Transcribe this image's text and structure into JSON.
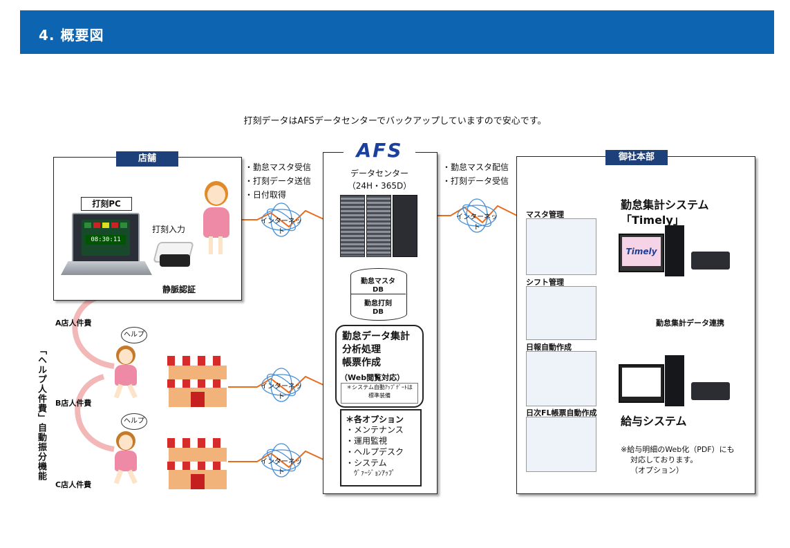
{
  "header": {
    "title": "4. 概要図"
  },
  "caption": "打刻データはAFSデータセンターでバックアップしていますので安心です。",
  "store": {
    "tag": "店舗",
    "pc_label": "打刻PC",
    "clock_time": "08:30:11",
    "stamp_input": "打刻入力",
    "vein_auth": "静脈認証",
    "comms": [
      "・勤怠マスタ受信",
      "・打刻データ送信",
      "・日付取得"
    ]
  },
  "internet_label": "インターネット",
  "datacenter": {
    "logo": "AFS",
    "title": "データセンター",
    "hours": "（24H・365D）",
    "db1": [
      "勤怠マスタ",
      "DB"
    ],
    "db2": [
      "勤怠打刻",
      "DB"
    ],
    "processing": [
      "勤怠データ集計",
      "分析処理",
      "帳票作成"
    ],
    "processing_sub": "（Web閲覧対応）",
    "auto_update": [
      "＊システム自動ｱｯﾌﾟﾃﾞｰﾄは",
      "標準装備"
    ],
    "options_title": "＊各オプション",
    "options": [
      "・メンテナンス",
      "・運用監視",
      "・ヘルプデスク",
      "・システム",
      "ｳﾞｧｰｼﾞｮﾝｱｯﾌﾟ"
    ]
  },
  "hq_comms": [
    "・勤怠マスタ配信",
    "・打刻データ受信"
  ],
  "hq": {
    "tag": "御社本部",
    "thumbs": [
      "マスタ管理",
      "シフト管理",
      "日報自動作成",
      "日次FL帳票自動作成"
    ],
    "system_title": [
      "勤怠集計システム",
      "「Timely」"
    ],
    "timely_logo": "Timely",
    "link_label": "勤怠集計データ連携",
    "payroll": "給与システム",
    "note": [
      "※給与明細のWeb化（PDF）にも",
      "対応しております。",
      "（オプション）"
    ]
  },
  "help": {
    "vertical_label": "「ヘルプ人件費」自動振分機能",
    "bubble": "ヘルプ",
    "costs": [
      "A店人件費",
      "B店人件費",
      "C店人件費"
    ]
  }
}
